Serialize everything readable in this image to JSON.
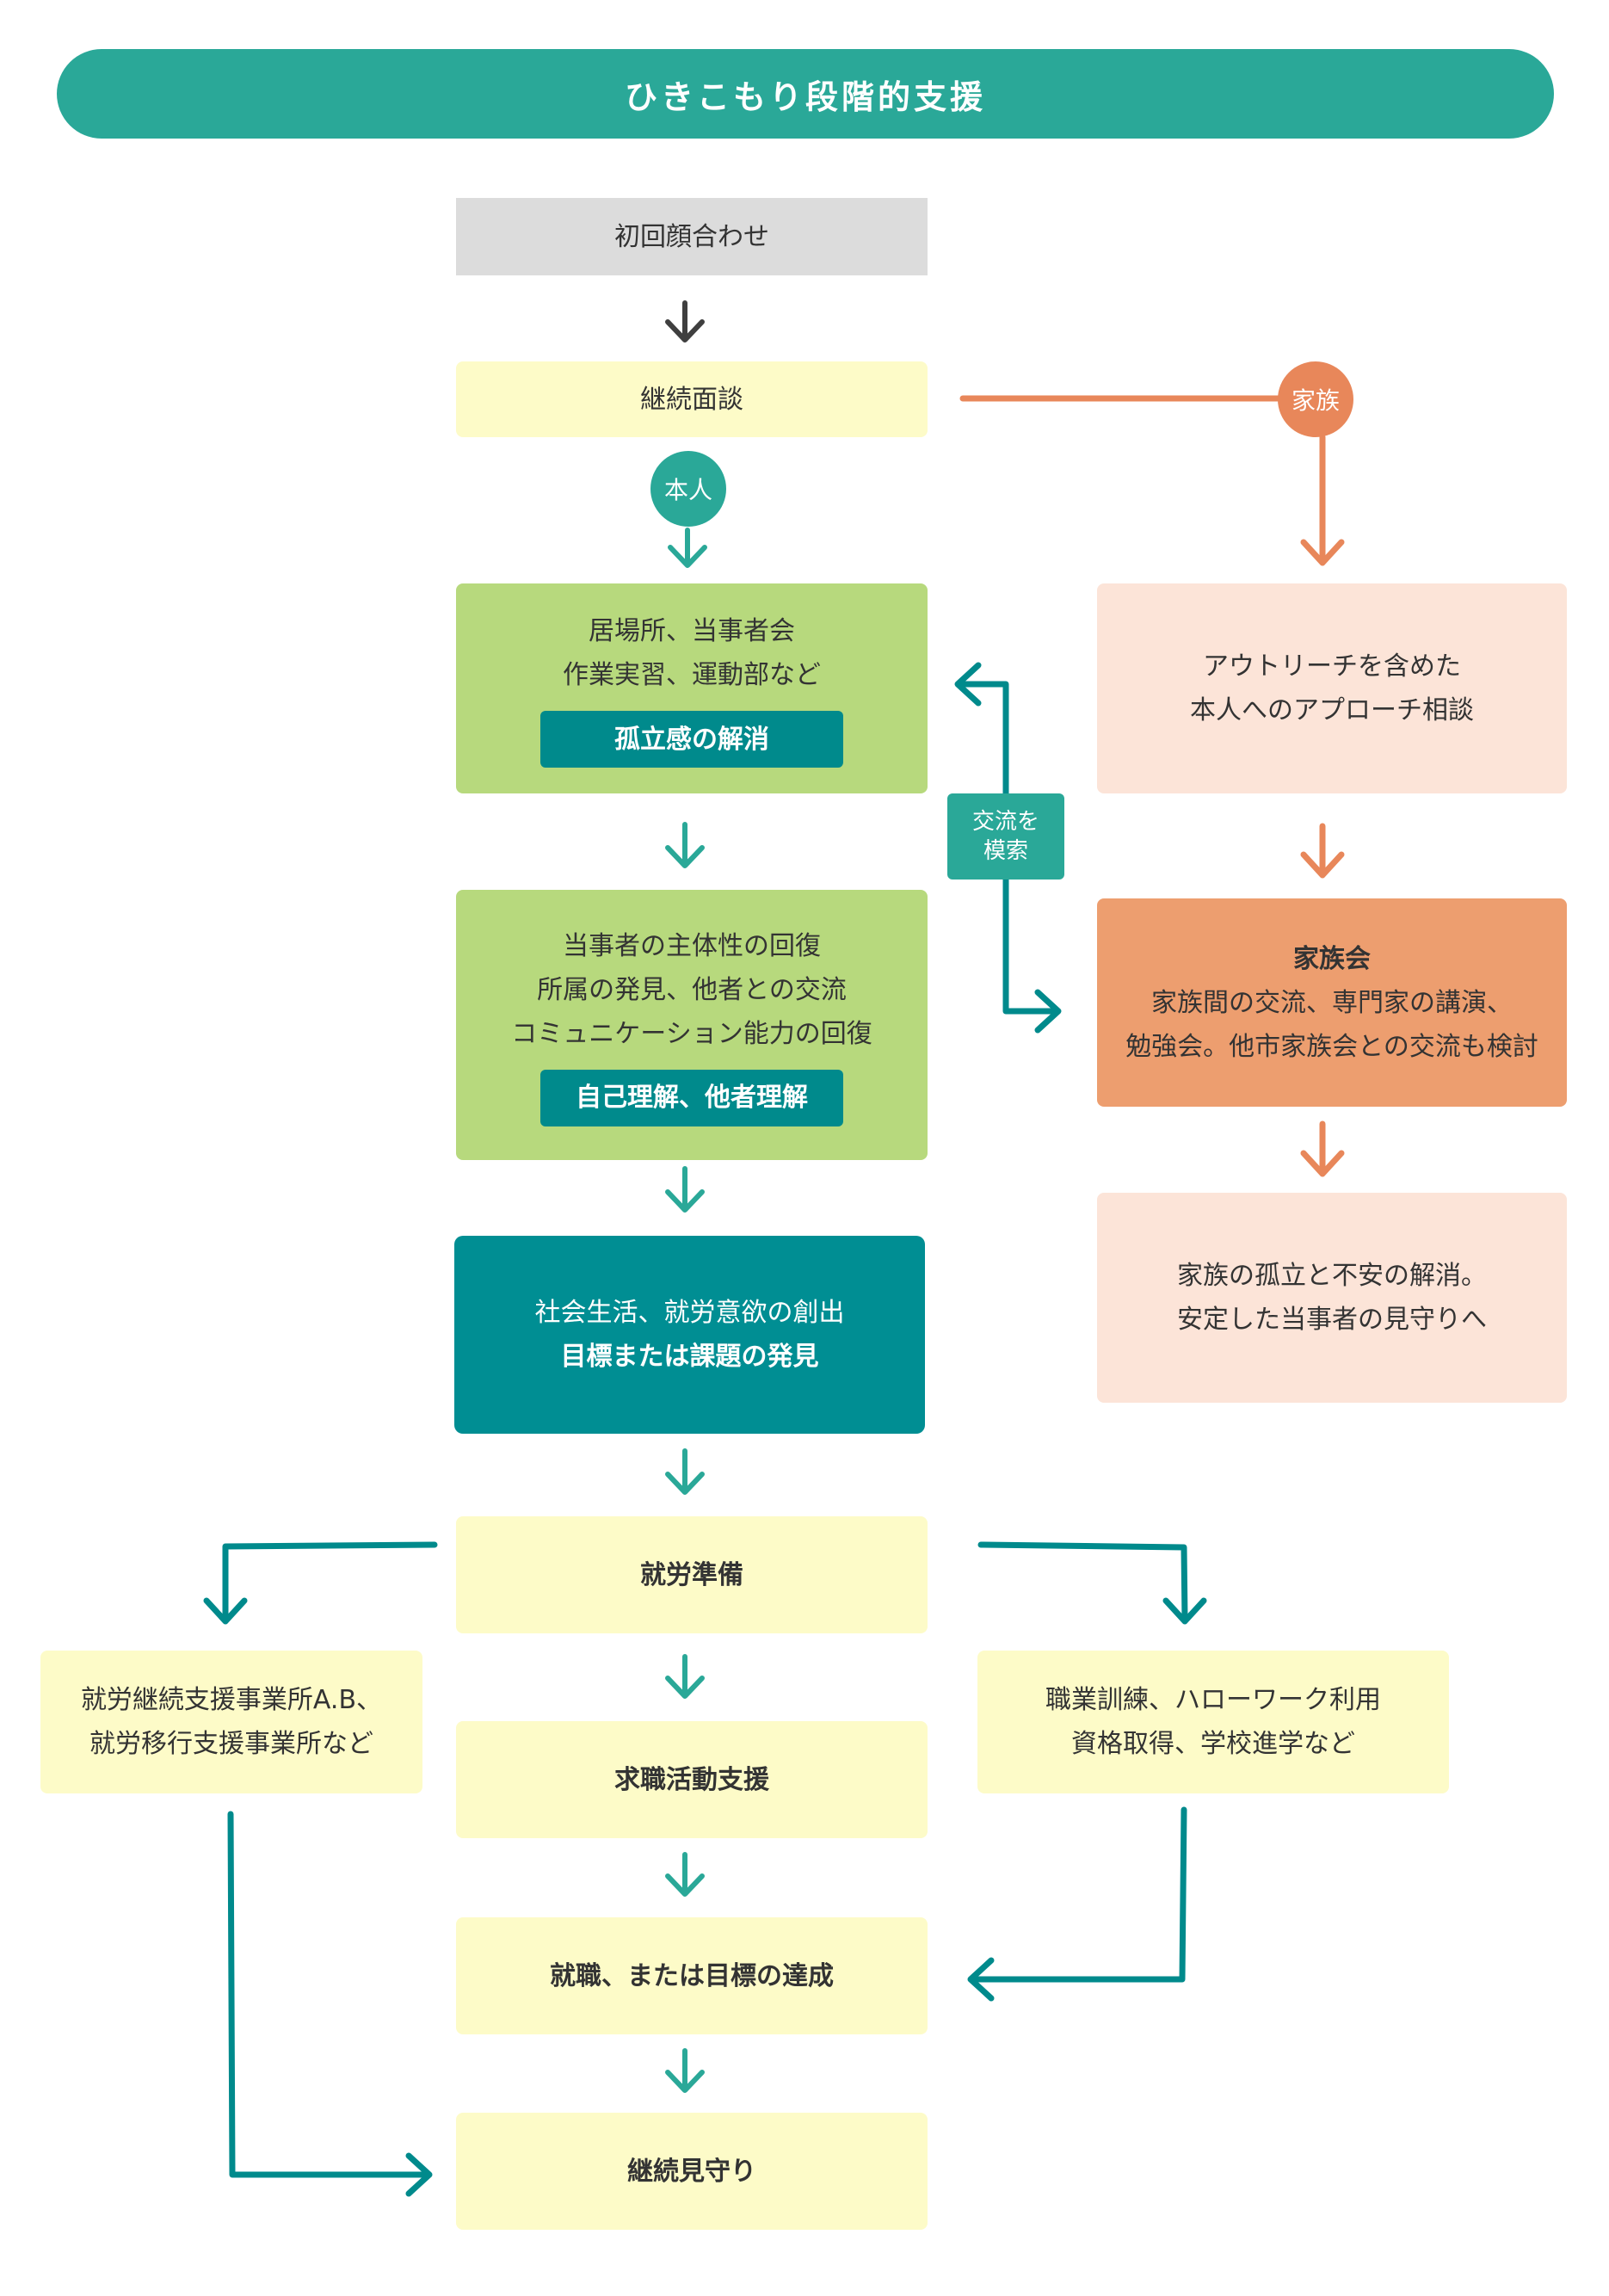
{
  "title": "ひきこもり段階的支援",
  "nodes": {
    "first_meeting": "初回顔合わせ",
    "continued_interview": "継続面談",
    "step1": {
      "lines": [
        "居場所、当事者会",
        "作業実習、運動部など"
      ],
      "badge": "孤立感の解消"
    },
    "step2": {
      "lines": [
        "当事者の主体性の回復",
        "所属の発見、他者との交流",
        "コミュニケーション能力の回復"
      ],
      "badge": "自己理解、他者理解"
    },
    "step3": {
      "lines": [
        "社会生活、就労意欲の創出"
      ],
      "emphasis": "目標または課題の発見"
    },
    "job_prep": "就労準備",
    "job_search": "求職活動支援",
    "employment": "就職、または目標の達成",
    "continued_watch": "継続見守り",
    "left_branch": [
      "就労継続支援事業所A.B、",
      "就労移行支援事業所など"
    ],
    "right_branch": [
      "職業訓練、ハローワーク利用",
      "資格取得、学校進学など"
    ]
  },
  "family": {
    "outreach": [
      "アウトリーチを含めた",
      "本人へのアプローチ相談"
    ],
    "family_meeting": {
      "title": "家族会",
      "lines": [
        "家族間の交流、専門家の講演、",
        "勉強会。他市家族会との交流も検討"
      ]
    },
    "result": [
      "家族の孤立と不安の解消。",
      "安定した当事者の見守りへ"
    ]
  },
  "labels": {
    "person": "本人",
    "family": "家族",
    "exchange": [
      "交流を",
      "模索"
    ]
  },
  "colors": {
    "teal": "#2aa898",
    "dark_teal": "#008e93",
    "green": "#b7d97d",
    "pale_yellow": "#fdfbc8",
    "peach": "#ed9e6f",
    "peach_light": "#fce4d8",
    "gray": "#dcdcdc",
    "orange_line": "#e8875a",
    "dark_arrow": "#3f3f3f"
  }
}
